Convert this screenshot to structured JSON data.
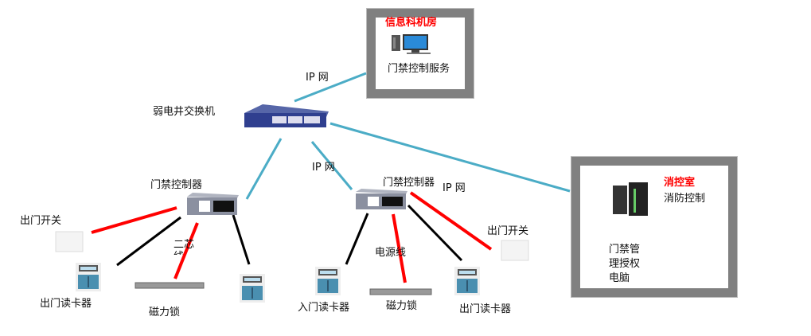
{
  "rooms": {
    "info_room": {
      "title": "信息科机房",
      "service": "门禁控制服务"
    },
    "fire_room": {
      "title": "消控室",
      "fire_control": "消防控制",
      "auth_pc": "门禁管理授权电脑"
    }
  },
  "network": {
    "ip_label": "IP 网",
    "switch_label": "弱电井交换机"
  },
  "left_group": {
    "controller": "门禁控制器",
    "exit_switch": "出门开关",
    "exit_reader": "出门读卡器",
    "lock": "磁力锁",
    "cable": "二芯线"
  },
  "mid_group": {
    "controller": "门禁控制器",
    "ip_label": "IP 网",
    "exit_switch": "出门开关",
    "entry_reader": "入门读卡器",
    "lock": "磁力锁",
    "exit_reader": "出门读卡器",
    "cable": "电源线"
  },
  "colors": {
    "ip_line": "#4bacc6",
    "power_line": "#ff0000",
    "signal_line": "#000000",
    "frame": "#808080"
  }
}
